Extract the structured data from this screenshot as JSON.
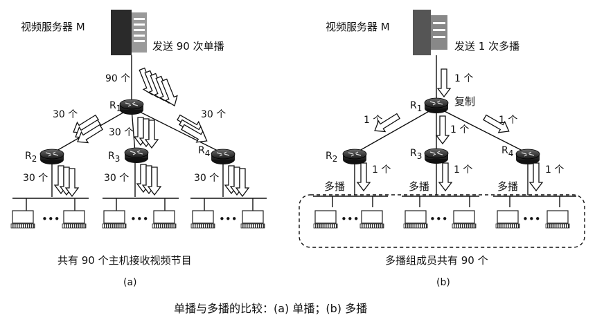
{
  "panel_a": {
    "server_label": "视频服务器 M",
    "send_label": "发送 90 次单播",
    "r1": "R",
    "r1_sub": "1",
    "r2": "R",
    "r2_sub": "2",
    "r3": "R",
    "r3_sub": "3",
    "r4": "R",
    "r4_sub": "4",
    "count_top": "90 个",
    "count_left": "30 个",
    "count_mid": "30 个",
    "count_right": "30 个",
    "count_r2": "30 个",
    "count_r3": "30 个",
    "count_r4": "30 个",
    "dots": "•••",
    "summary": "共有 90 个主机接收视频节目",
    "label": "(a)"
  },
  "panel_b": {
    "server_label": "视频服务器 M",
    "send_label": "发送 1 次多播",
    "r1": "R",
    "r1_sub": "1",
    "r2": "R",
    "r2_sub": "2",
    "r3": "R",
    "r3_sub": "3",
    "r4": "R",
    "r4_sub": "4",
    "copy_label": "复制",
    "count_top": "1 个",
    "count_left": "1 个",
    "count_mid": "1 个",
    "count_right": "1 个",
    "count_r2": "1 个",
    "count_r3": "1 个",
    "count_r4": "1 个",
    "multicast_label": "多播",
    "dots": "•••",
    "summary": "多播组成员共有 90 个",
    "label": "(b)"
  },
  "caption": "单播与多播的比较：(a) 单播；(b) 多播"
}
